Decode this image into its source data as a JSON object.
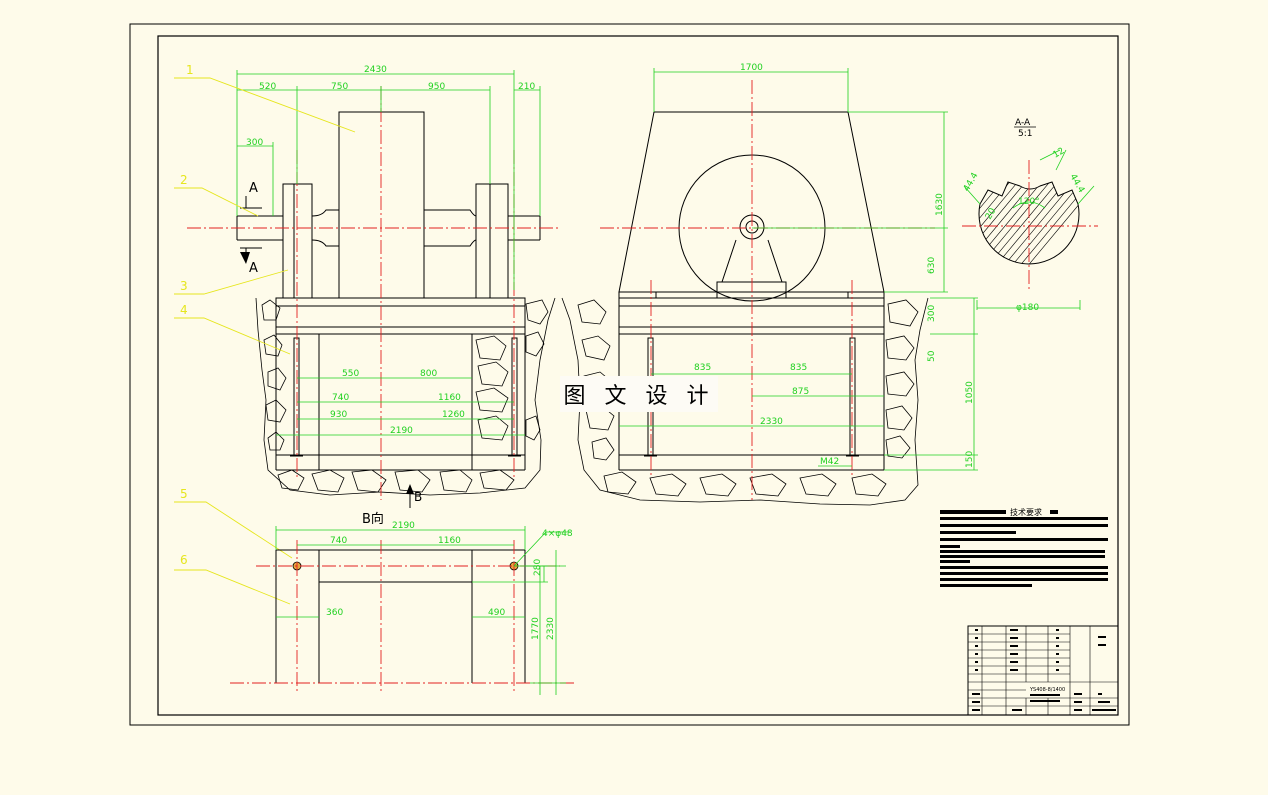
{
  "watermark": "图 文 设 计",
  "part_numbers": [
    "1",
    "2",
    "3",
    "4",
    "5",
    "6"
  ],
  "section_marks": {
    "a_top": "A",
    "a_bottom": "A",
    "b_arrow": "B",
    "view_b": "B向"
  },
  "section_title": {
    "name": "A-A",
    "scale": "5:1"
  },
  "front_view_dims": {
    "total": "2430",
    "d520": "520",
    "d750": "750",
    "d950": "950",
    "d210": "210",
    "d300": "300"
  },
  "foundation_dims_left": {
    "d550": "550",
    "d800": "800",
    "d740": "740",
    "d1160": "1160",
    "d930": "930",
    "d1260": "1260",
    "d2190": "2190"
  },
  "side_view_dims": {
    "d1700": "1700",
    "d1630": "1630",
    "d630": "630",
    "d300": "300",
    "d50": "50",
    "d1050": "1050",
    "d150": "150",
    "d835a": "835",
    "d835b": "835",
    "d875": "875",
    "d2330": "2330",
    "bolt": "M42"
  },
  "section_dims": {
    "w12": "12",
    "a1": "44.4",
    "a2": "44.4",
    "r20": "20",
    "ang": "120°",
    "dia": "φ180"
  },
  "plan_dims": {
    "total": "2190",
    "d740": "740",
    "d1160": "1160",
    "holes": "4×φ48",
    "d280": "280",
    "d360": "360",
    "d490": "490",
    "d1770": "1770",
    "d2330": "2330"
  },
  "tech_requirements_title": "技术要求",
  "title_block_drawing_no": "YS408-8/1400"
}
